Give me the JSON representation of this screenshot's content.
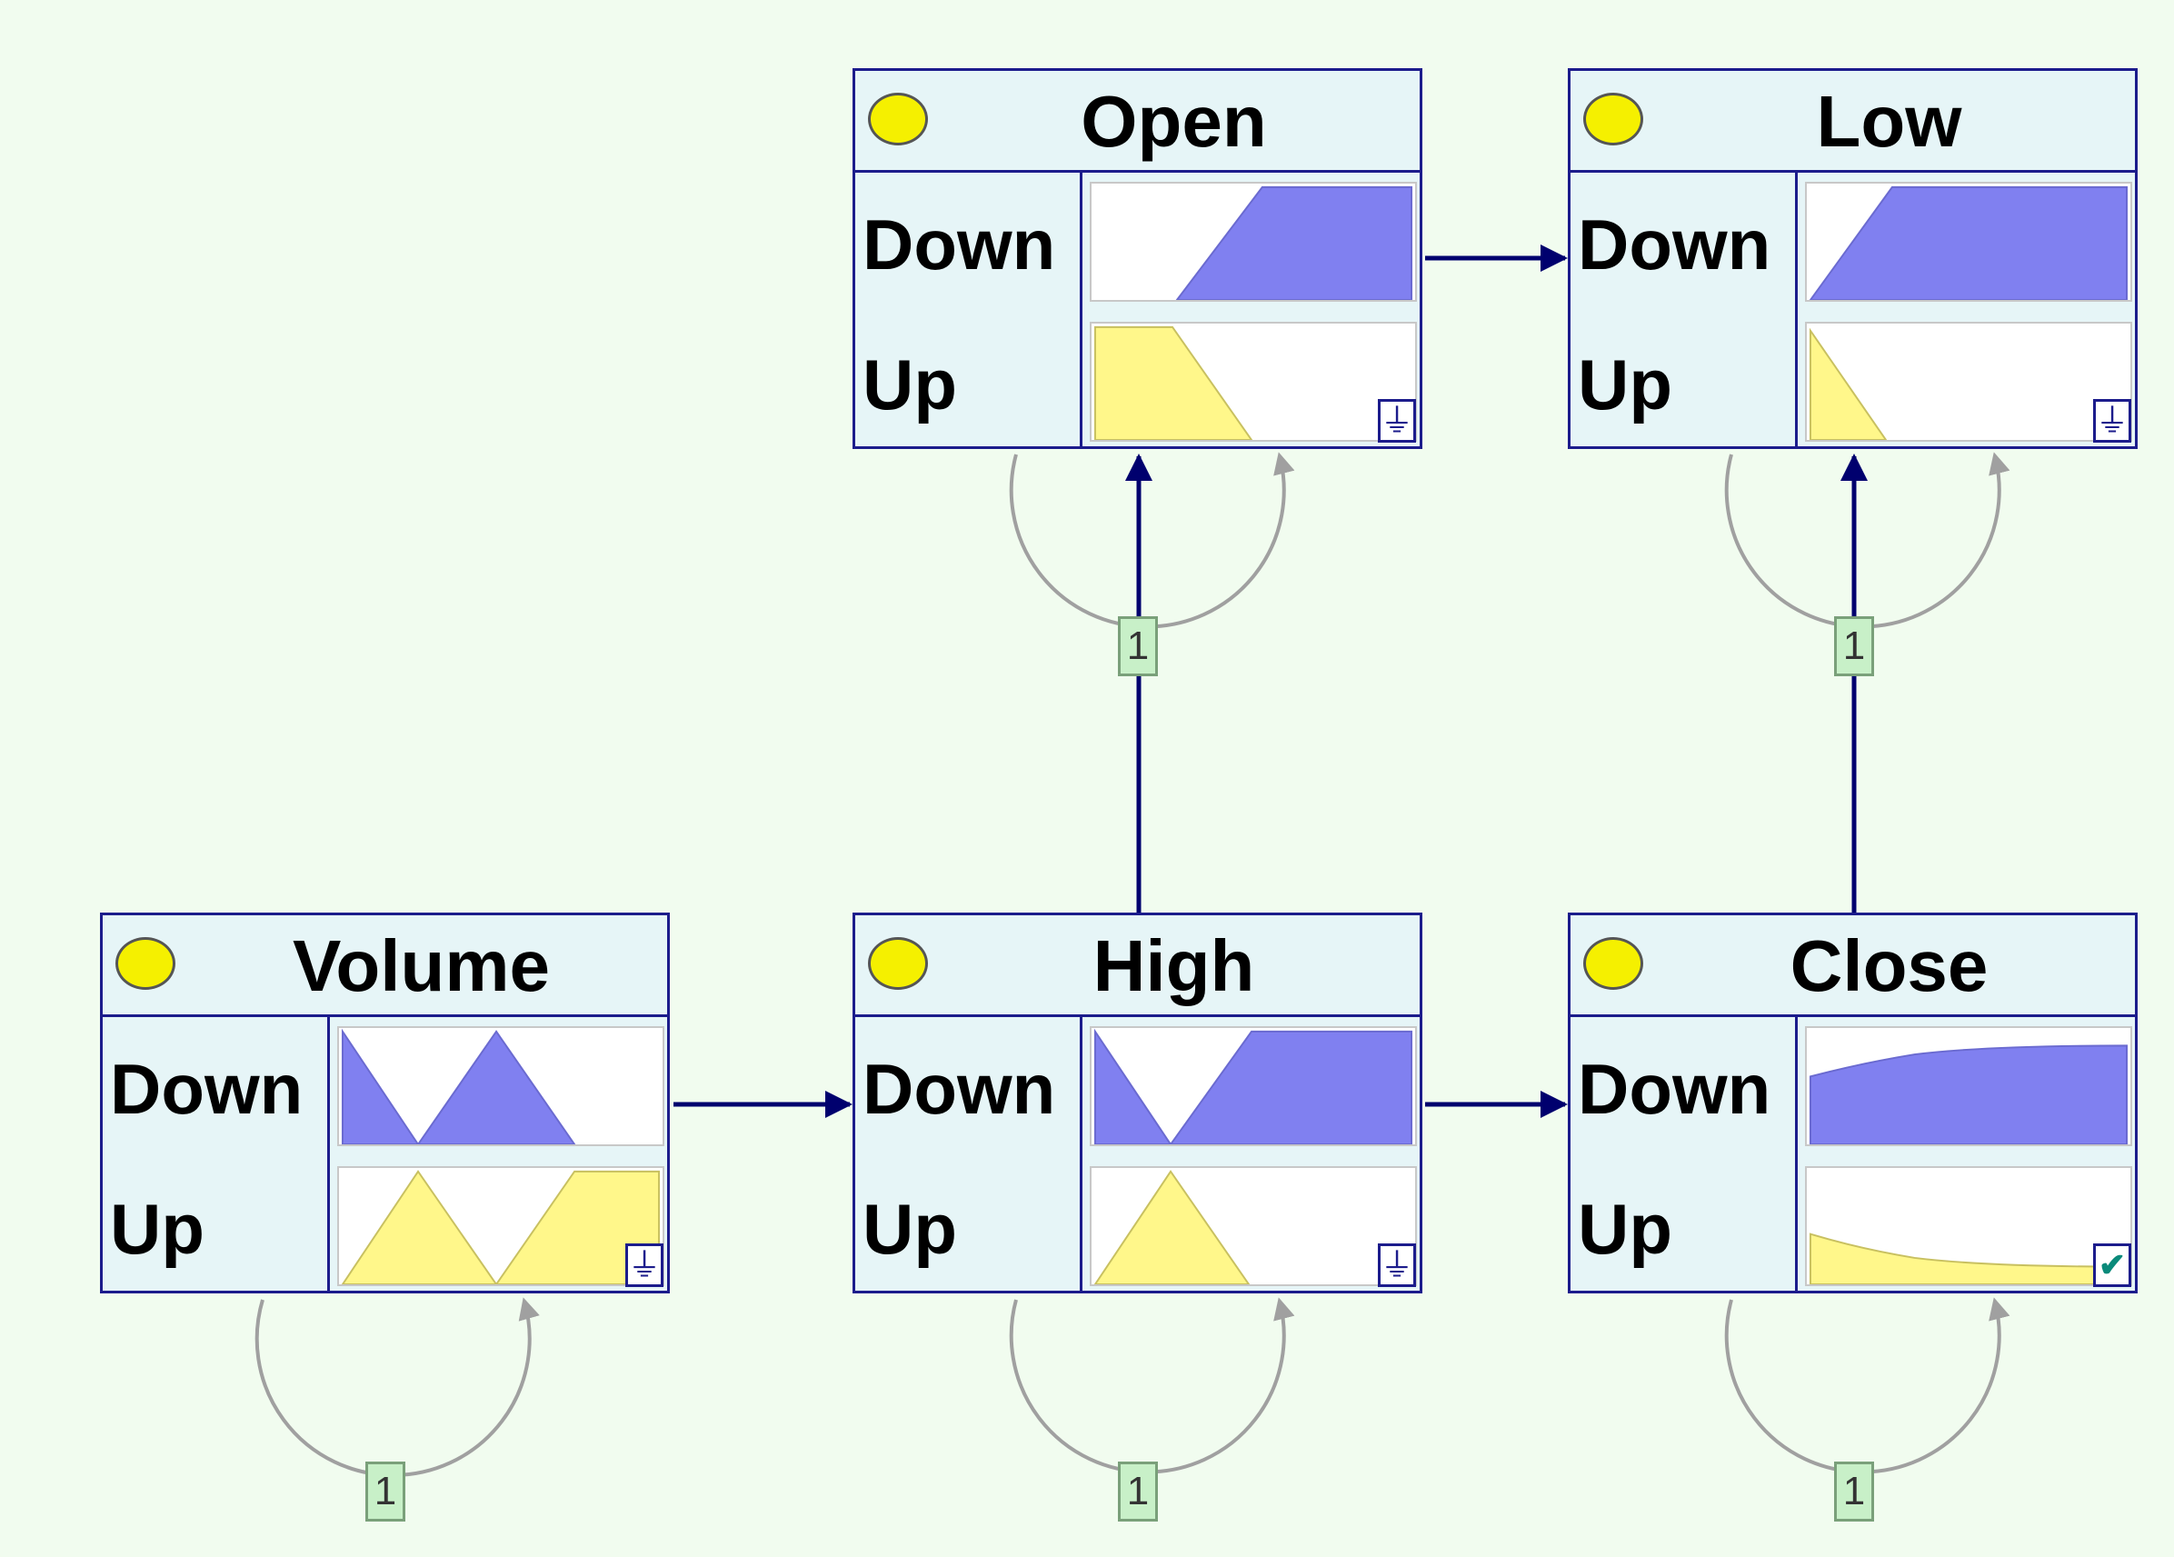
{
  "nodes": [
    {
      "id": "open",
      "title": "Open",
      "states": [
        "Down",
        "Up"
      ],
      "badge": "⏚",
      "badge_type": "ground"
    },
    {
      "id": "low",
      "title": "Low",
      "states": [
        "Down",
        "Up"
      ],
      "badge": "⏚",
      "badge_type": "ground"
    },
    {
      "id": "volume",
      "title": "Volume",
      "states": [
        "Down",
        "Up"
      ],
      "badge": "⏚",
      "badge_type": "ground"
    },
    {
      "id": "high",
      "title": "High",
      "states": [
        "Down",
        "Up"
      ],
      "badge": "⏚",
      "badge_type": "ground"
    },
    {
      "id": "close",
      "title": "Close",
      "states": [
        "Down",
        "Up"
      ],
      "badge": "✔",
      "badge_type": "check"
    }
  ],
  "loops": [
    {
      "id": "open",
      "label": "1"
    },
    {
      "id": "low",
      "label": "1"
    },
    {
      "id": "volume",
      "label": "1"
    },
    {
      "id": "high",
      "label": "1"
    },
    {
      "id": "close",
      "label": "1"
    }
  ],
  "colors": {
    "background": "#f1fcef",
    "node_fill": "#e6f5f7",
    "node_border": "#1c1c8c",
    "down_fill": "#8080f0",
    "up_fill": "#fff78a",
    "dot": "#f5f000",
    "edge": "#00006e",
    "loop_arrow": "#a0a0a0",
    "loop_label_bg": "#c8f0c8"
  }
}
